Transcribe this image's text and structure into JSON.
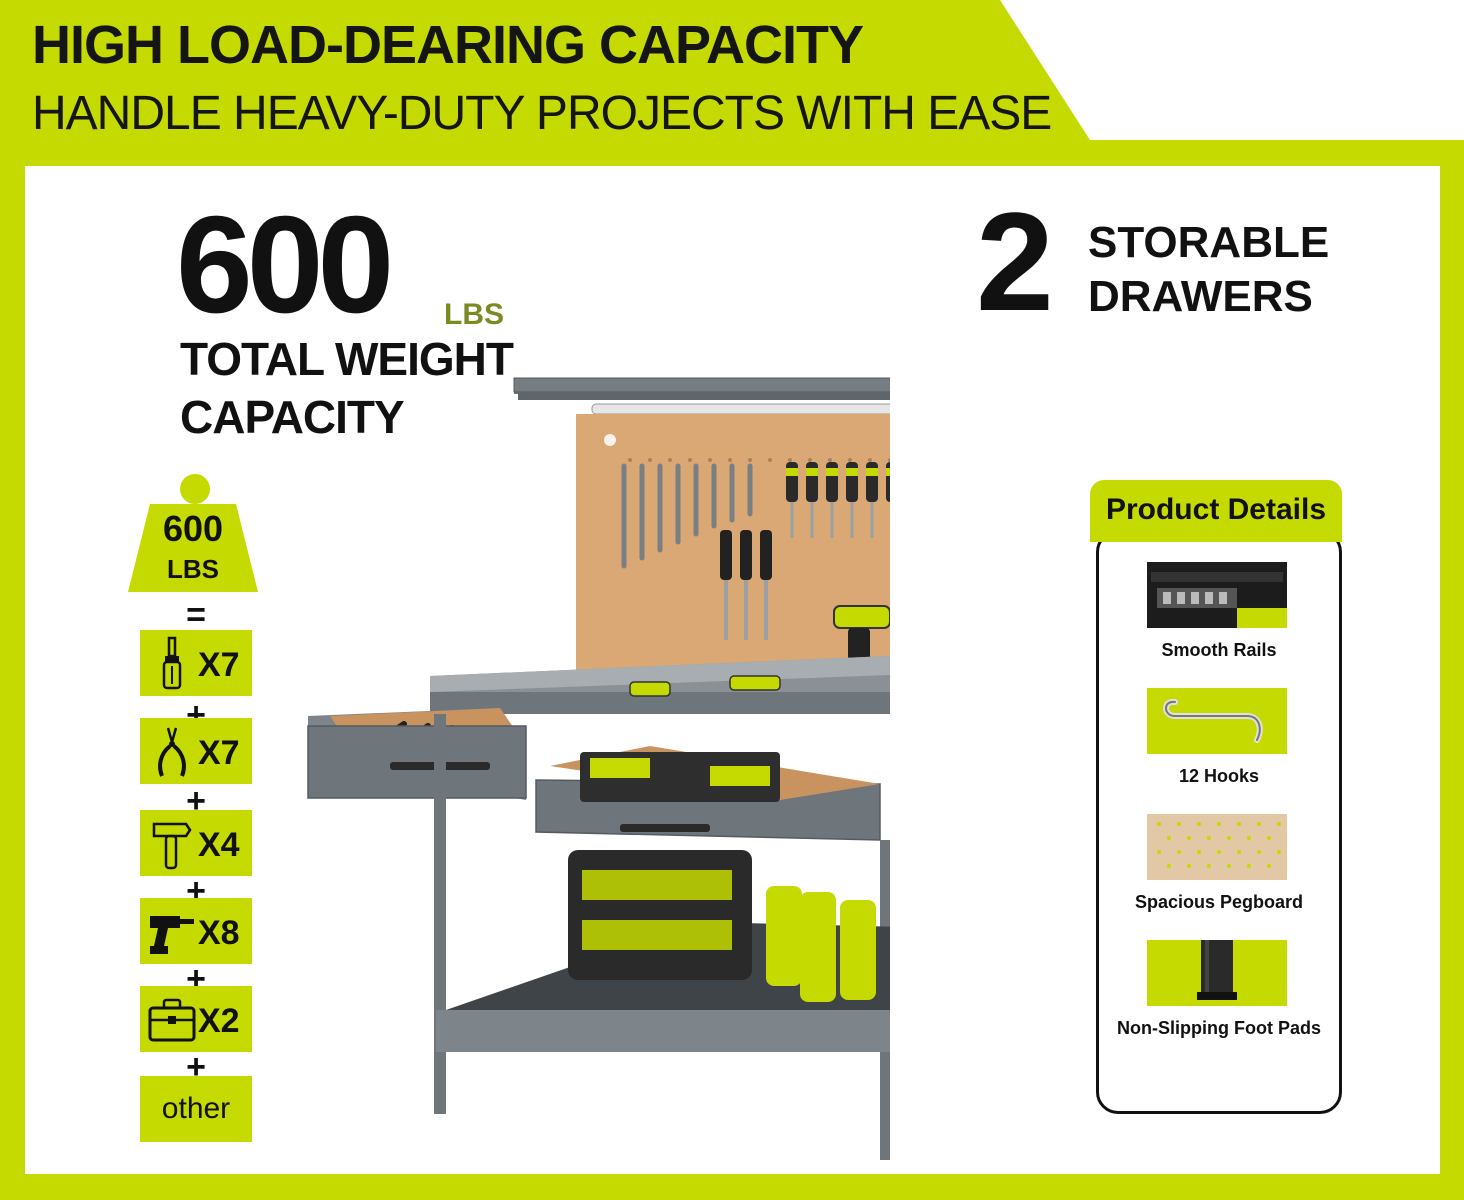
{
  "header": {
    "title": "HIGH LOAD-DEARING CAPACITY",
    "subtitle": "HANDLE HEAVY-DUTY PROJECTS WITH EASE"
  },
  "capacity": {
    "value": "600",
    "unit": "LBS",
    "label_line1": "TOTAL WEIGHT",
    "label_line2": "CAPACITY"
  },
  "drawers": {
    "count": "2",
    "label_line1": "STORABLE",
    "label_line2": "DRAWERS"
  },
  "weight_stack": {
    "weight_value": "600",
    "weight_unit": "LBS",
    "equals": "=",
    "plus": "+",
    "items": [
      {
        "icon": "screwdriver-icon",
        "count": "X7"
      },
      {
        "icon": "pliers-icon",
        "count": "X7"
      },
      {
        "icon": "hammer-icon",
        "count": "X4"
      },
      {
        "icon": "drill-icon",
        "count": "X8"
      },
      {
        "icon": "toolbox-icon",
        "count": "X2"
      }
    ],
    "other": "other"
  },
  "product_details": {
    "title": "Product Details",
    "features": [
      {
        "label": "Smooth Rails",
        "icon": "rails-icon"
      },
      {
        "label": "12 Hooks",
        "icon": "hook-icon"
      },
      {
        "label": "Spacious Pegboard",
        "icon": "pegboard-icon"
      },
      {
        "label": "Non-Slipping Foot Pads",
        "icon": "foot-pad-icon"
      }
    ]
  },
  "colors": {
    "accent": "#c4da00",
    "text": "#111111",
    "unit_olive": "#7d8a22",
    "bench_grey": "#6e757b",
    "pegboard": "#d9a874"
  }
}
